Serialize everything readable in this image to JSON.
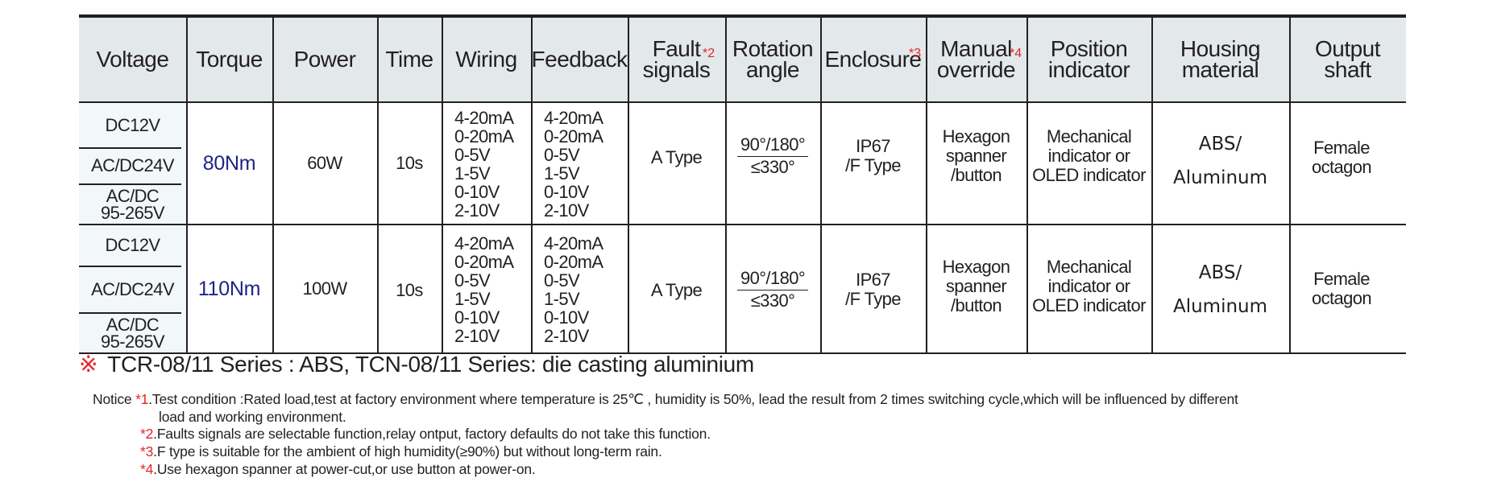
{
  "table": {
    "headers": [
      {
        "label": "Voltage",
        "note": ""
      },
      {
        "label": "Torque",
        "note": ""
      },
      {
        "label": "Power",
        "note": ""
      },
      {
        "label": "Time",
        "note": ""
      },
      {
        "label": "Wiring",
        "note": ""
      },
      {
        "label": "Feedback",
        "note": ""
      },
      {
        "label": "Fault\nsignals",
        "note": "*2"
      },
      {
        "label": "Rotation\nangle",
        "note": ""
      },
      {
        "label": "Enclosure",
        "note": "*3"
      },
      {
        "label": "Manual\noverride",
        "note": "*4"
      },
      {
        "label": "Position\nindicator",
        "note": ""
      },
      {
        "label": "Housing\nmaterial",
        "note": ""
      },
      {
        "label": "Output\nshaft",
        "note": ""
      }
    ],
    "rows": [
      {
        "voltages": [
          "DC12V",
          "AC/DC24V",
          "AC/DC\n95-265V"
        ],
        "torque": "80Nm",
        "power": "60W",
        "time": "10s",
        "wiring": "4-20mA\n0-20mA\n0-5V\n1-5V\n0-10V\n2-10V",
        "feedback": "4-20mA\n0-20mA\n0-5V\n1-5V\n0-10V\n2-10V",
        "fault": "A Type",
        "rotation_top": "90°/180°",
        "rotation_bottom": "≤330°",
        "enclosure": "IP67\n/F Type",
        "manual": "Hexagon\nspanner\n/button",
        "position": "Mechanical\nindicator or\nOLED indicator",
        "housing": "ABS/\nAluminum",
        "shaft": "Female\noctagon"
      },
      {
        "voltages": [
          "DC12V",
          "AC/DC24V",
          "AC/DC\n95-265V"
        ],
        "torque": "110Nm",
        "power": "100W",
        "time": "10s",
        "wiring": "4-20mA\n0-20mA\n0-5V\n1-5V\n0-10V\n2-10V",
        "feedback": "4-20mA\n0-20mA\n0-5V\n1-5V\n0-10V\n2-10V",
        "fault": "A Type",
        "rotation_top": "90°/180°",
        "rotation_bottom": "≤330°",
        "enclosure": "IP67\n/F Type",
        "manual": "Hexagon\nspanner\n/button",
        "position": "Mechanical\nindicator or\nOLED indicator",
        "housing": "ABS/\nAluminum",
        "shaft": "Female\noctagon"
      }
    ]
  },
  "series_note": {
    "mark": "※",
    "text": "TCR-08/11 Series : ABS, TCN-08/11 Series: die casting aluminium"
  },
  "notices": {
    "prefix": "Notice",
    "items": [
      {
        "num": "*1",
        "text": ".Test condition :Rated load,test at factory environment where temperature is 25℃ , humidity is 50%, lead the result from 2 times switching cycle,which will be influenced by different",
        "cont": "load and working environment."
      },
      {
        "num": "*2",
        "text": ".Faults signals are selectable function,relay ontput, factory defaults do not take this function."
      },
      {
        "num": "*3",
        "text": ".F type is suitable for the ambient of high humidity(≥90%) but without long-term rain."
      },
      {
        "num": "*4",
        "text": ".Use hexagon spanner at power-cut,or use button at power-on."
      }
    ]
  },
  "colors": {
    "header_bg": "#e3e8ea",
    "torque": "#1f2386",
    "note_red": "#e3242b"
  }
}
